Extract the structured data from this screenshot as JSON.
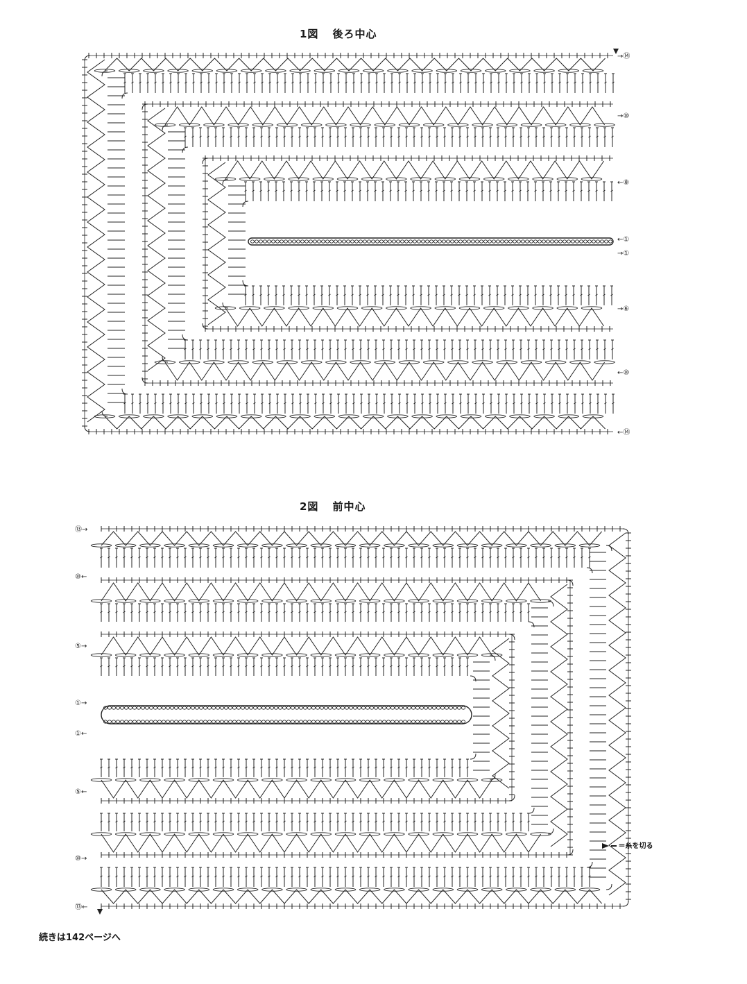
{
  "diagram1": {
    "number": "1図",
    "label": "後ろ中心",
    "row_markers": [
      {
        "text": "⑭",
        "arrow": "→"
      },
      {
        "text": "⑩",
        "arrow": "→"
      },
      {
        "text": "⑧",
        "arrow": "←"
      },
      {
        "text": "①",
        "arrow": "←"
      },
      {
        "text": "①",
        "arrow": "→"
      },
      {
        "text": "⑥",
        "arrow": "→"
      },
      {
        "text": "⑩",
        "arrow": "←"
      },
      {
        "text": "⑭",
        "arrow": "←"
      }
    ]
  },
  "diagram2": {
    "number": "2図",
    "label": "前中心",
    "row_markers": [
      {
        "text": "⑬",
        "arrow": "→"
      },
      {
        "text": "⑩",
        "arrow": "←"
      },
      {
        "text": "⑤",
        "arrow": "→"
      },
      {
        "text": "①",
        "arrow": "→"
      },
      {
        "text": "①",
        "arrow": "←"
      },
      {
        "text": "⑤",
        "arrow": "←"
      },
      {
        "text": "⑩",
        "arrow": "→"
      },
      {
        "text": "⑬",
        "arrow": "←"
      }
    ]
  },
  "legend": {
    "text": "＝糸を切る"
  },
  "footer": {
    "text": "続きは142ページへ"
  }
}
